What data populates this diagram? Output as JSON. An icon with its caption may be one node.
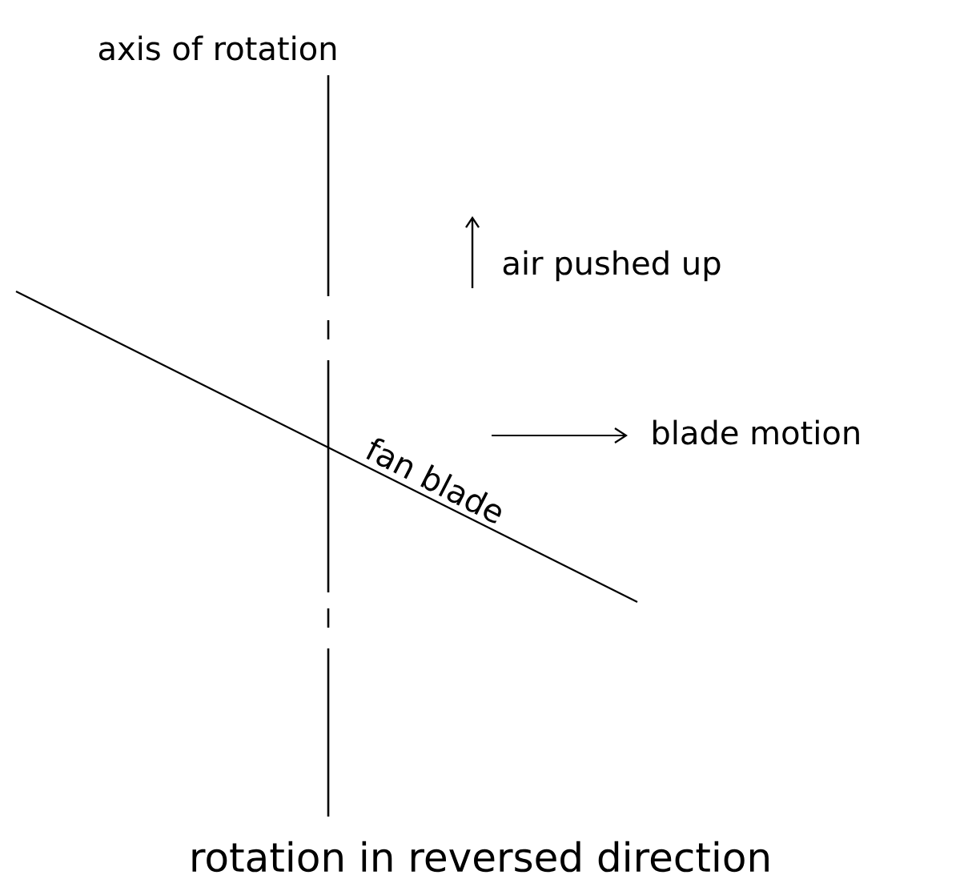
{
  "diagram": {
    "caption": "rotation in reversed direction",
    "labels": [
      "axis of rotation",
      "air pushed up",
      "fan blade",
      "blade motion"
    ]
  }
}
